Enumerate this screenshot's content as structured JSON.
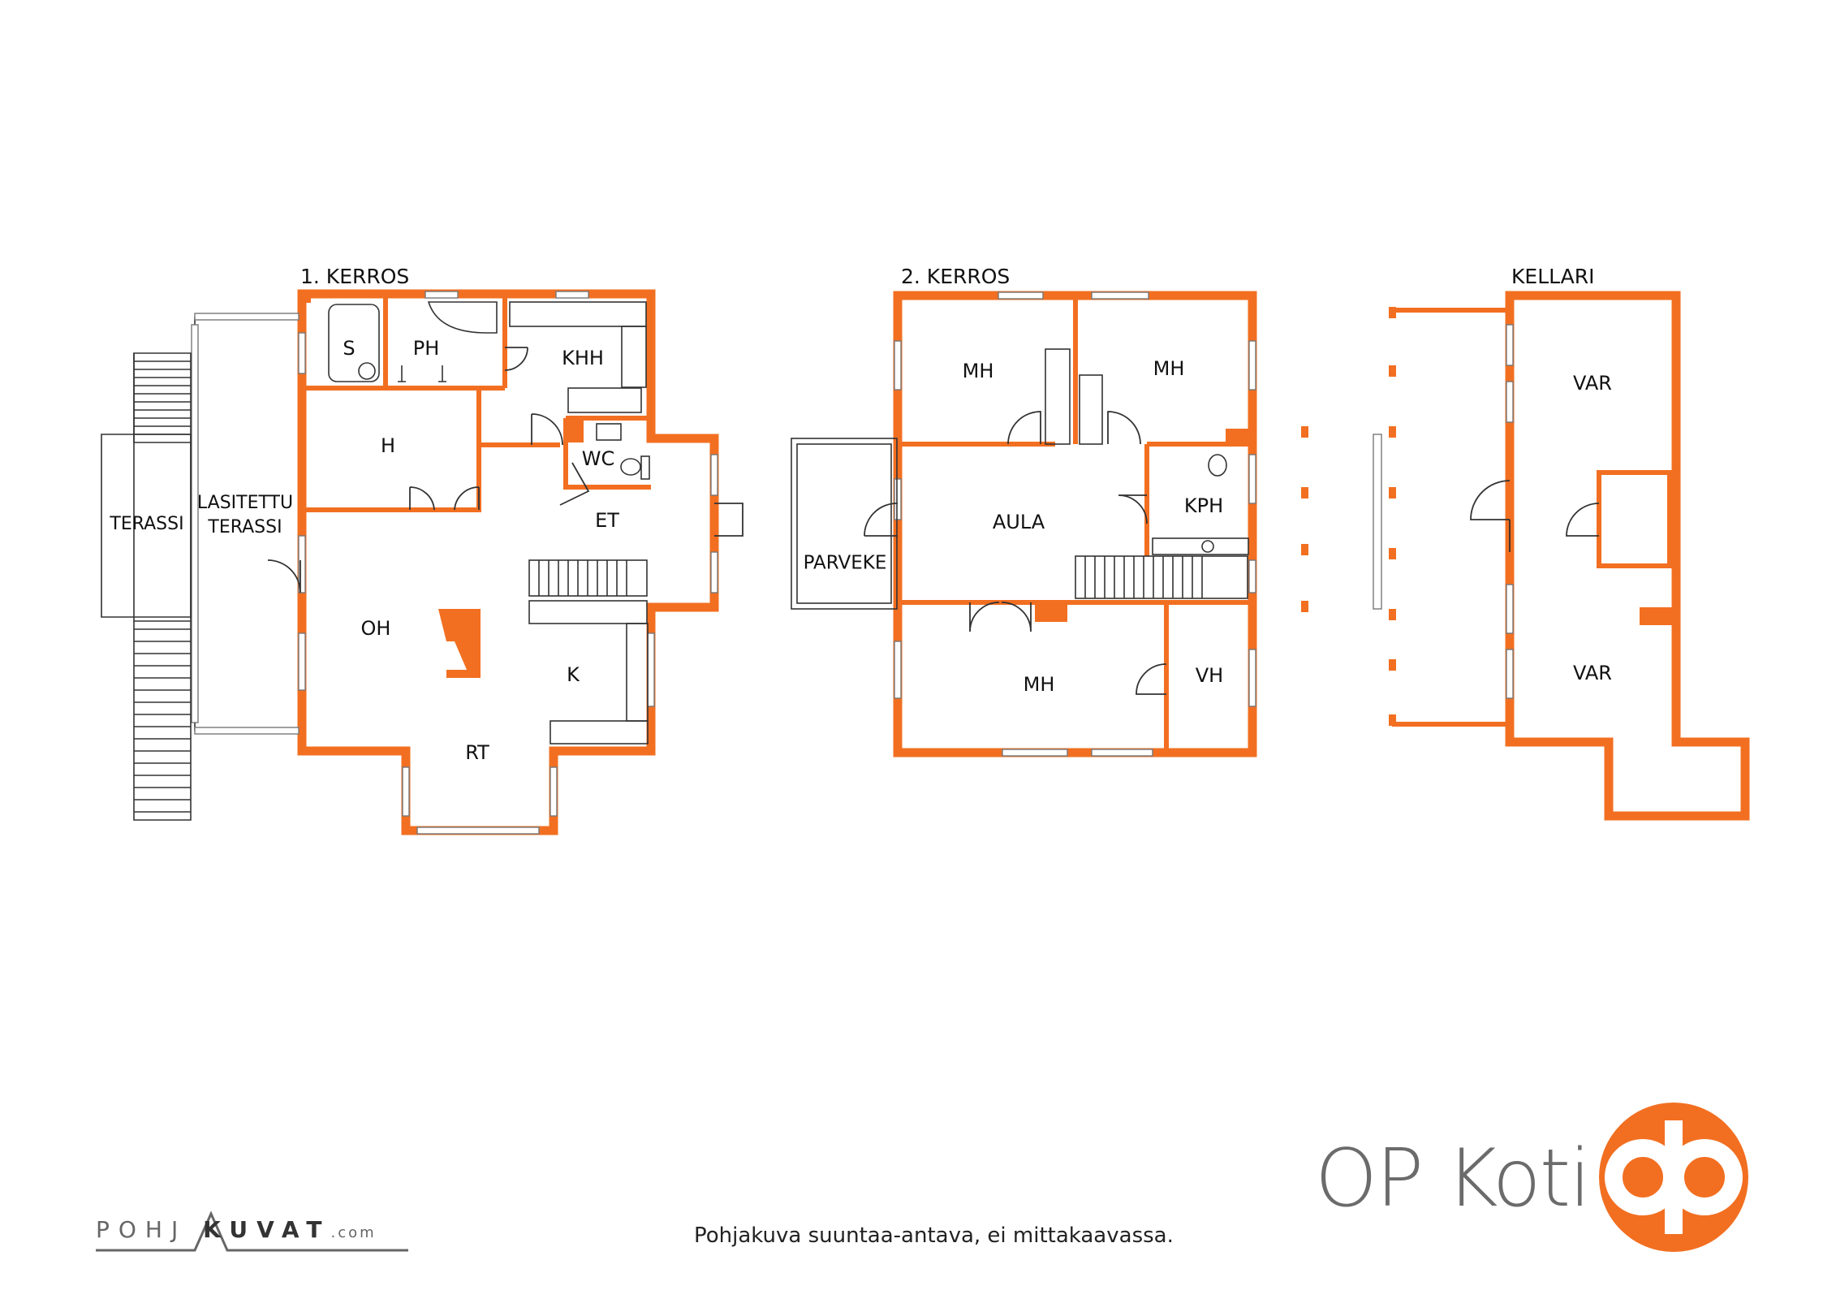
{
  "floors": [
    {
      "title": "1. KERROS",
      "rooms": [
        "S",
        "PH",
        "KHH",
        "H",
        "WC",
        "ET",
        "OH",
        "K",
        "RT"
      ],
      "extra": [
        "TERASSI",
        "LASITETTU",
        "TERASSI"
      ]
    },
    {
      "title": "2. KERROS",
      "rooms": [
        "MH",
        "MH",
        "AULA",
        "KPH",
        "PARVEKE",
        "MH",
        "VH"
      ]
    },
    {
      "title": "KELLARI",
      "rooms": [
        "VAR",
        "VAR"
      ]
    }
  ],
  "footer": {
    "disclaimer": "Pohjakuva suuntaa-antava, ei mittakaavassa.",
    "brand": "OP Koti",
    "credit_a": "POHJ",
    "credit_b": "KUVAT",
    "credit_c": ".com"
  },
  "colors": {
    "accent": "#f26f21",
    "text": "#111111",
    "brand_text": "#6b6b6b"
  },
  "icons": [
    "op-logo-icon",
    "fireplace-icon",
    "stair-icon",
    "window-icon",
    "door-icon"
  ]
}
